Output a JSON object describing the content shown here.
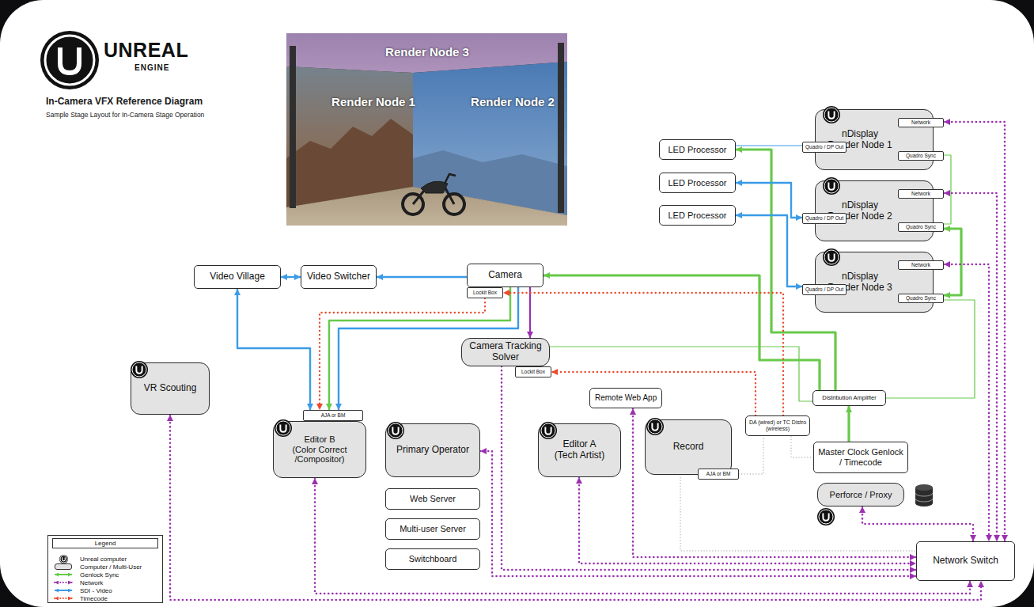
{
  "diagram": {
    "title": "In-Camera VFX Reference Diagram",
    "caption": "Sample Stage Layout for In-Camera Stage Operation",
    "nodes": [
      {
        "text": [
          "nDisplay Render Node 1"
        ]
      },
      {
        "text": [
          "Quadro / DP Out"
        ],
        "in": 0
      },
      {
        "text": [
          "Network"
        ],
        "in": 0
      },
      {
        "text": [
          "Quadro Sync"
        ],
        "in": 0
      },
      {
        "text": [
          "LED Processor"
        ]
      },
      {
        "text": [
          "LED Processor"
        ]
      },
      {
        "text": [
          "nDisplay Render Node 2"
        ]
      },
      {
        "text": [
          "Quadro / DP Out"
        ],
        "in": 6
      },
      {
        "text": [
          "Network"
        ],
        "in": 6
      },
      {
        "text": [
          "Quadro Sync"
        ],
        "in": 6
      },
      {
        "text": [
          "LED Processor"
        ]
      },
      {
        "text": [
          "nDisplay Render Node 3"
        ]
      },
      {
        "text": [
          "Quadro / DP Out"
        ],
        "in": 11
      },
      {
        "text": [
          "Network"
        ],
        "in": 11
      },
      {
        "text": [
          "Quadro Sync"
        ],
        "in": 11
      },
      {
        "text": [
          "Video Village"
        ]
      },
      {
        "text": [
          "Video Switcher"
        ]
      },
      {
        "text": [
          "Camera"
        ]
      },
      {
        "text": [
          "Lockit Box"
        ]
      },
      {
        "text": [
          "Camera Tracking Solver"
        ]
      },
      {
        "text": [
          "Lockit Box"
        ]
      },
      {
        "text": [
          "VR Scouting"
        ]
      },
      {
        "text": [
          "AJA or BM"
        ]
      },
      {
        "text": [
          "Editor B (Color Correct /Compositor)"
        ]
      },
      {
        "text": [
          "Remote Web App"
        ]
      },
      {
        "text": [
          "Primary Operator"
        ]
      },
      {
        "text": [
          "Editor A (Tech Artist)"
        ]
      },
      {
        "text": [
          "Record"
        ]
      },
      {
        "text": [
          "AJA or BM"
        ]
      },
      {
        "text": [
          "DA (wired) or TC Distro (wireless)"
        ]
      },
      {
        "text": [
          "Distribution Amplifier"
        ]
      },
      {
        "text": [
          "Master Clock Genlock / Timecode"
        ]
      },
      {
        "text": [
          "Web Server"
        ]
      },
      {
        "text": [
          "Multi-user Server"
        ]
      },
      {
        "text": [
          "Switchboard"
        ]
      },
      {
        "text": [
          "Perforce / Proxy"
        ]
      },
      {
        "text": [
          "Network Switch"
        ]
      }
    ],
    "edges": [
      {
        "from": 31,
        "to": 30,
        "arrow": "to"
      },
      {
        "from": 30,
        "to": 17,
        "arrow": "to"
      },
      {
        "from": 30,
        "to": 4,
        "arrow": "to"
      },
      {
        "from": 14,
        "to": 9,
        "arrow": "both"
      },
      {
        "from": 3,
        "to": 9,
        "arrow": "none"
      },
      {
        "from": 14,
        "to": 30,
        "arrow": "none"
      },
      {
        "from": 19,
        "to": 30,
        "arrow": "none"
      },
      {
        "from": 17,
        "to": 16,
        "arrow": "to"
      },
      {
        "from": 16,
        "to": 15,
        "arrow": "both"
      },
      {
        "from": 17,
        "to": 22,
        "arrow": "to"
      },
      {
        "from": 17,
        "to": 22,
        "arrow": "to"
      },
      {
        "from": 22,
        "to": 15,
        "arrow": "both"
      },
      {
        "from": 4,
        "to": 1,
        "arrow": "none"
      },
      {
        "from": 5,
        "to": 7,
        "arrow": "both"
      },
      {
        "from": 10,
        "to": 12,
        "arrow": "both"
      },
      {
        "from": 17,
        "to": 19,
        "arrow": "to"
      },
      {
        "from": 2,
        "to": 36,
        "arrow": "both"
      },
      {
        "from": 8,
        "to": 36,
        "arrow": "both"
      },
      {
        "from": 13,
        "to": 36,
        "arrow": "both"
      },
      {
        "from": 19,
        "to": 36,
        "arrow": "to"
      },
      {
        "from": 21,
        "to": 36,
        "arrow": "both"
      },
      {
        "from": 23,
        "to": 36,
        "arrow": "both"
      },
      {
        "from": 25,
        "to": 36,
        "arrow": "both"
      },
      {
        "from": 26,
        "to": 36,
        "arrow": "both"
      },
      {
        "from": 24,
        "to": 36,
        "arrow": "both"
      },
      {
        "from": 35,
        "to": 36,
        "arrow": "both"
      },
      {
        "from": 29,
        "to": 18,
        "arrow": "to"
      },
      {
        "from": 29,
        "to": 20,
        "arrow": "to"
      },
      {
        "from": 18,
        "to": 22,
        "arrow": "to"
      },
      {
        "from": 31,
        "to": 29,
        "arrow": "none"
      },
      {
        "from": 28,
        "to": 29,
        "arrow": "none"
      },
      {
        "from": 27,
        "to": 36,
        "arrow": "none"
      }
    ],
    "labels": [
      "UNREAL",
      "ENGINE",
      "Render Node 3",
      "Render Node 1",
      "Render Node 2",
      "Legend"
    ],
    "legend": [
      {
        "text": "Unreal computer"
      },
      {
        "text": "Computer / Multi-User",
        "color": "#e3e3e3"
      },
      {
        "text": "Genlock Sync"
      },
      {
        "text": "Network"
      },
      {
        "text": "SDI - Video"
      },
      {
        "text": "Timecode"
      }
    ]
  }
}
